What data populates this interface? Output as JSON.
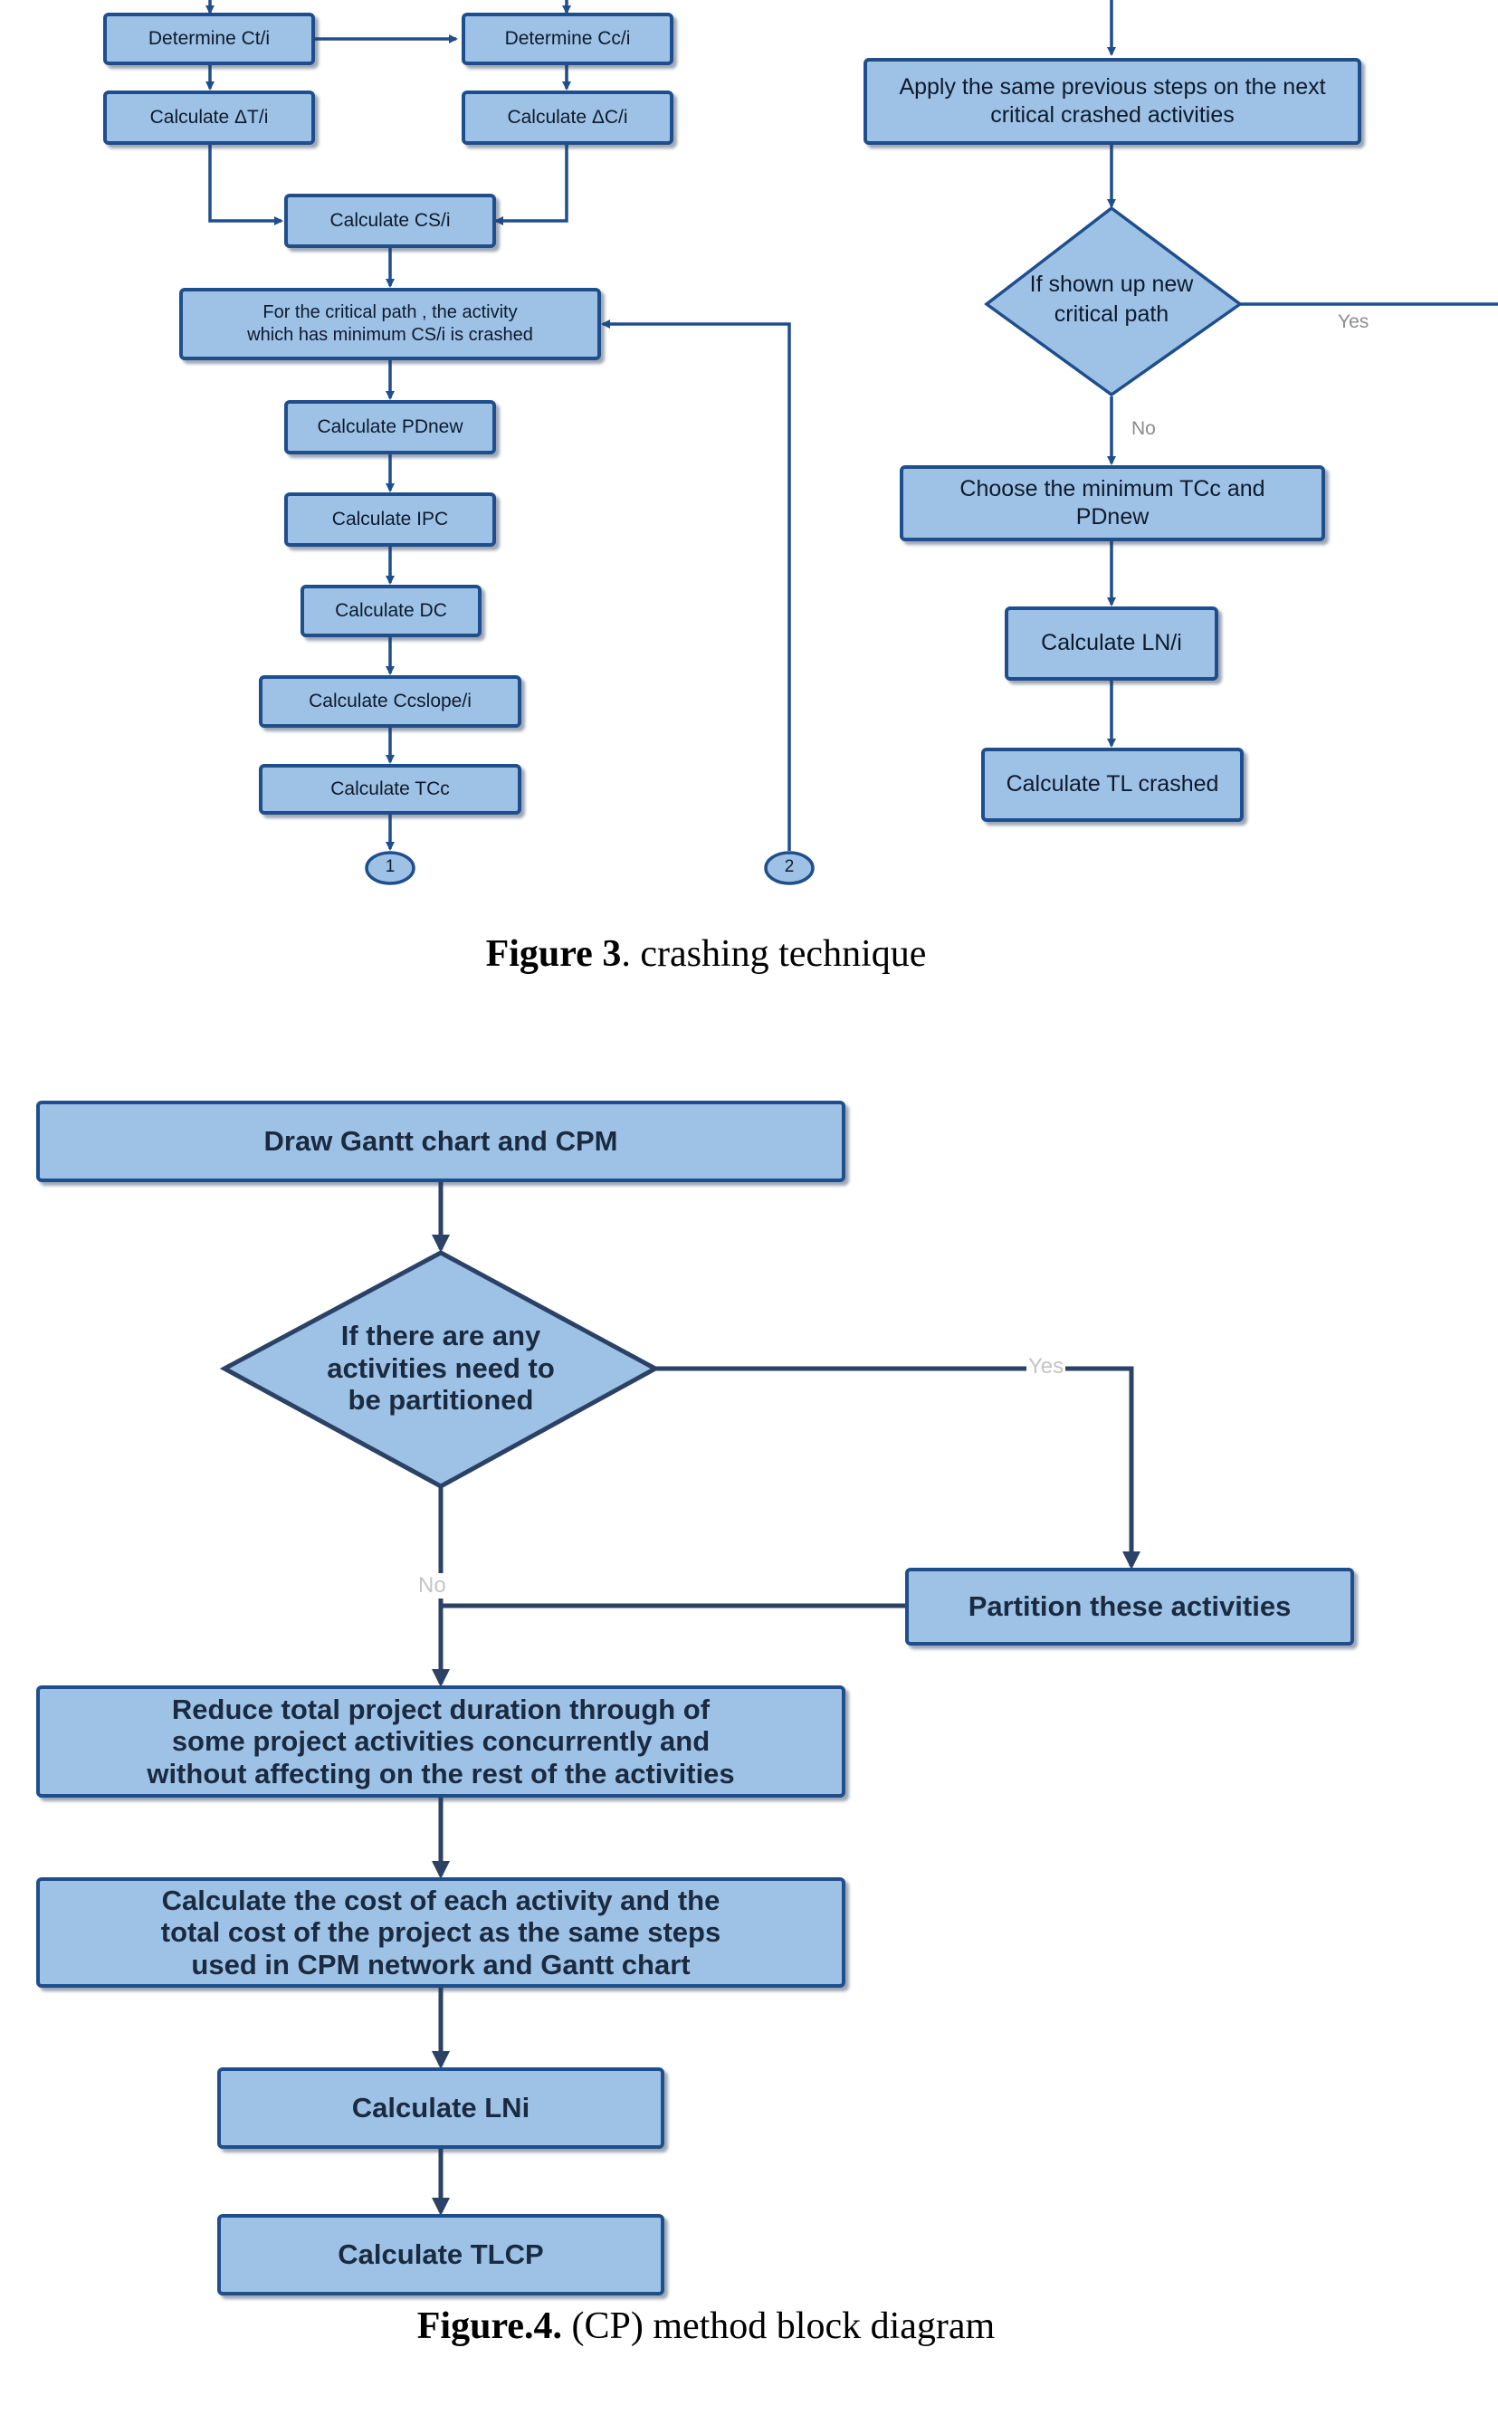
{
  "figure3": {
    "determine_ct": "Determine Ct/i",
    "determine_cc": "Determine Cc/i",
    "calc_dt": "Calculate ΔT/i",
    "calc_dc_i": "Calculate  ΔC/i",
    "calc_cs": "Calculate CS/i",
    "critical_path_line1": "For the critical path , the activity",
    "critical_path_line2": "which has minimum CS/i is crashed",
    "calc_pdnew": "Calculate PDnew",
    "calc_ipc": "Calculate IPC",
    "calc_dc": "Calculate  DC",
    "calc_ccslope": "Calculate Ccslope/i",
    "calc_tcc": "Calculate TCc",
    "connector_1": "1",
    "connector_2": "2",
    "apply_line1": "Apply the same previous steps on the next",
    "apply_line2": "critical crashed activities",
    "decision_line1": "If shown up new",
    "decision_line2": "critical path",
    "yes_label": "Yes",
    "no_label": "No",
    "choose_line1": "Choose the minimum TCc and",
    "choose_line2": "PDnew",
    "calc_ln": "Calculate LN/i",
    "calc_tl_crashed": "Calculate TL crashed",
    "caption_bold": "Figure 3",
    "caption_rest": ". crashing technique"
  },
  "figure4": {
    "draw_gantt": "Draw  Gantt chart and CPM",
    "decision_line1": "If there are any",
    "decision_line2": "activities need to",
    "decision_line3": "be partitioned",
    "yes_label": "Yes",
    "no_label": "No",
    "partition": "Partition these activities",
    "reduce_line1": "Reduce total project duration through of",
    "reduce_line2": "some project activities concurrently and",
    "reduce_line3": "without affecting on the rest of the activities",
    "cost_line1": "Calculate the cost of each activity and the",
    "cost_line2": "total cost of the project as the same steps",
    "cost_line3": "used in  CPM network and Gantt chart",
    "calc_ln": "Calculate LNi",
    "calc_tl": "Calculate TLCP",
    "caption_bold": "Figure.4.",
    "caption_rest": " (CP) method block diagram"
  },
  "colors": {
    "box_fill": "#9ec2e6",
    "box_border": "#1f4e8c",
    "arrow": "#1f4e8c",
    "arrow_fig4": "#2b4266"
  }
}
